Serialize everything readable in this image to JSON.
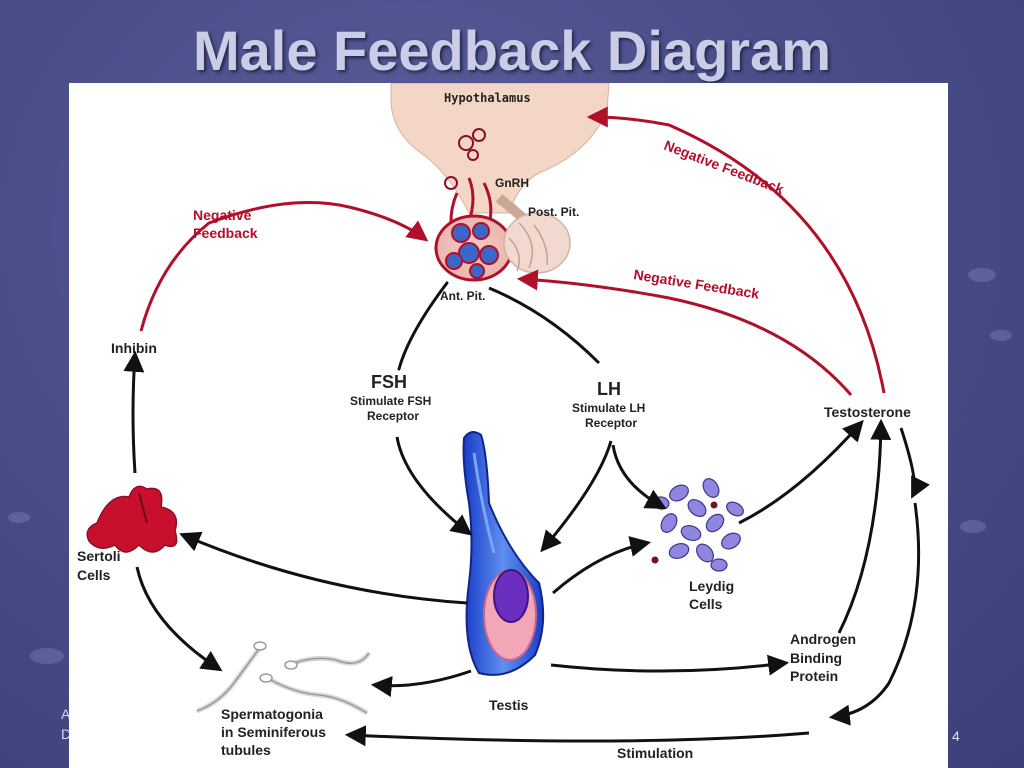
{
  "slide": {
    "title": "Male Feedback Diagram",
    "footer_left_top": "A",
    "footer_left_bottom": "D",
    "slide_number": "4"
  },
  "diagram": {
    "hypothalamus": "Hypothalamus",
    "gnrh": "GnRH",
    "post_pit": "Post. Pit.",
    "ant_pit": "Ant. Pit.",
    "negative_feedback_left_line1": "Negative",
    "negative_feedback_left_line2": "Feedback",
    "negative_feedback_top": "Negative Feedback",
    "negative_feedback_mid": "Negative Feedback",
    "inhibin": "Inhibin",
    "fsh": "FSH",
    "fsh_sub_line1": "Stimulate FSH",
    "fsh_sub_line2": "Receptor",
    "lh": "LH",
    "lh_sub_line1": "Stimulate LH",
    "lh_sub_line2": "Receptor",
    "testosterone": "Testosterone",
    "sertoli_line1": "Sertoli",
    "sertoli_line2": "Cells",
    "leydig_line1": "Leydig",
    "leydig_line2": "Cells",
    "abp_line1": "Androgen",
    "abp_line2": "Binding",
    "abp_line3": "Protein",
    "testis": "Testis",
    "sperm_line1": "Spermatogonia",
    "sperm_line2": "in Seminiferous",
    "sperm_line3": "tubules",
    "stimulation": "Stimulation"
  },
  "colors": {
    "feedback_red": "#b0102a",
    "arrow_black": "#111111",
    "leydig_purple": "#8f86e0",
    "sertoli_red": "#c8102e",
    "testis_blue": "#2b4fd8",
    "testis_pink": "#f2a6b8"
  }
}
